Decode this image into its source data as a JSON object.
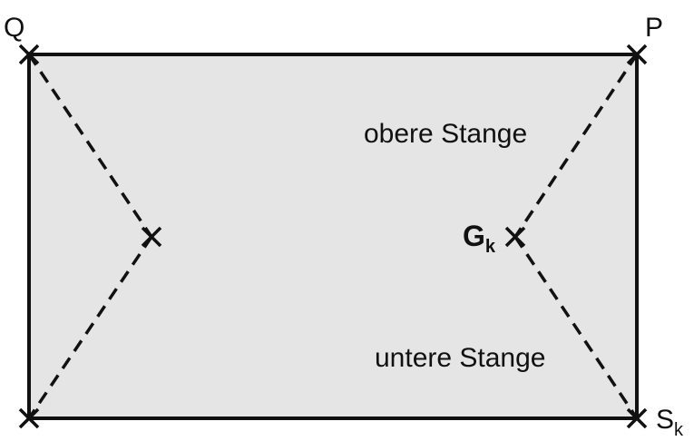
{
  "labels": {
    "q": "Q",
    "p": "P",
    "s_main": "S",
    "s_sub": "k",
    "g_main": "G",
    "g_sub": "k",
    "upper_bar": "obere Stange",
    "lower_bar": "untere Stange"
  },
  "colors": {
    "fill": "#e5e5e5",
    "stroke": "#111111"
  }
}
